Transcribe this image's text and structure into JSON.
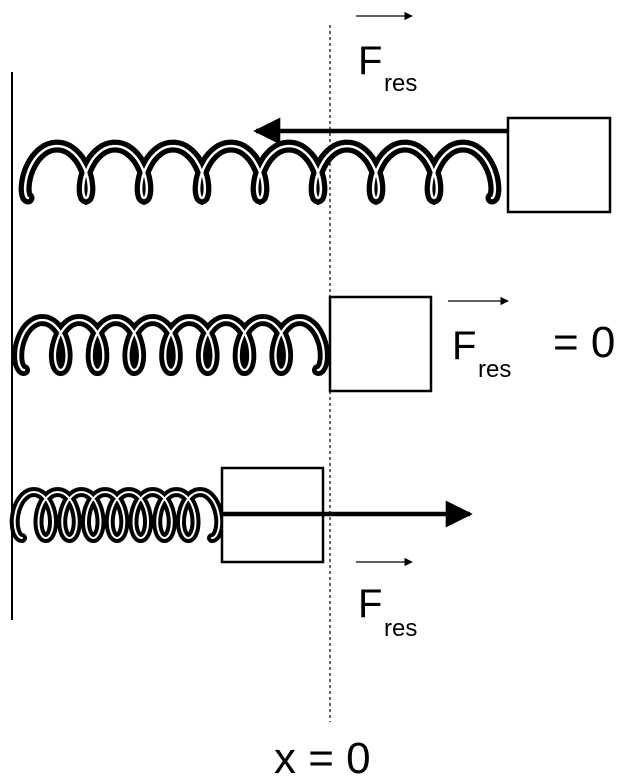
{
  "colors": {
    "ink": "#000000",
    "background": "#ffffff"
  },
  "labels": {
    "force_symbol": "F",
    "force_subscript": "res",
    "zero_force_equals": "= 0",
    "equilibrium_label": "x = 0"
  },
  "states": [
    {
      "id": "stretched",
      "force_direction": "left"
    },
    {
      "id": "equilibrium",
      "force_direction": "none"
    },
    {
      "id": "compressed",
      "force_direction": "right"
    }
  ]
}
